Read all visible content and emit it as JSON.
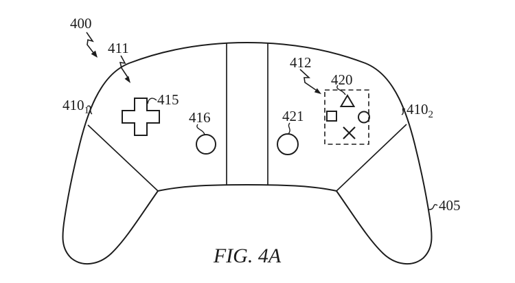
{
  "figure": {
    "caption": "FIG. 4A"
  },
  "labels": {
    "l400": {
      "text": "400"
    },
    "l411": {
      "text": "411"
    },
    "l410_1": {
      "text": "410",
      "sub": "1"
    },
    "l415": {
      "text": "415"
    },
    "l416": {
      "text": "416"
    },
    "l421": {
      "text": "421"
    },
    "l412": {
      "text": "412"
    },
    "l420": {
      "text": "420"
    },
    "l410_2": {
      "text": "410",
      "sub": "2"
    },
    "l405": {
      "text": "405"
    }
  },
  "icons": {
    "dpad": "dpad-cross",
    "action_buttons": [
      "triangle",
      "square",
      "circle",
      "x"
    ],
    "face_buttons": [
      "circle-416",
      "circle-421"
    ]
  },
  "colors": {
    "ink": "#1c1c1c",
    "background": "#ffffff"
  }
}
